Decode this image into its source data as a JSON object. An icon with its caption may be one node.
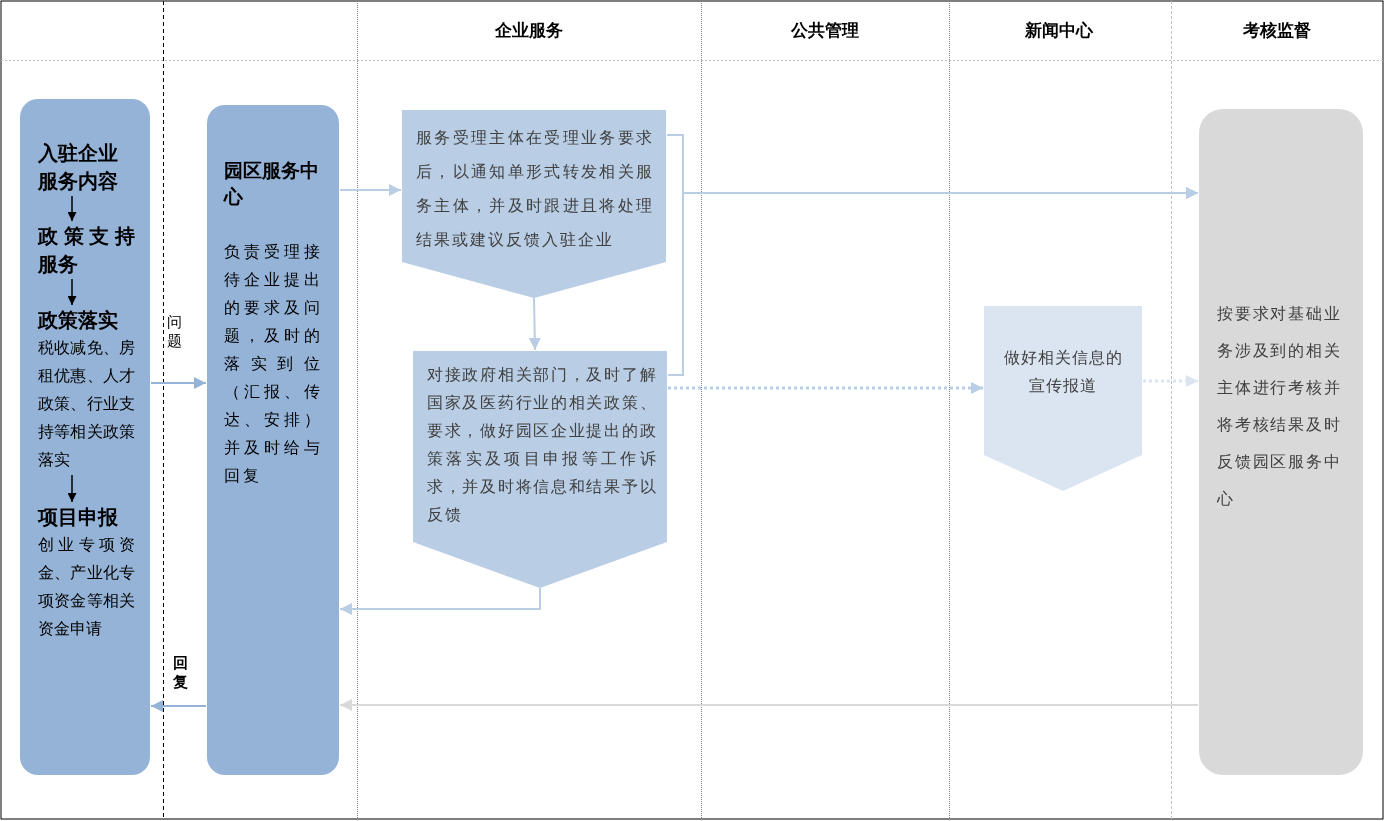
{
  "diagram": {
    "nodes": [
      {
        "text": [],
        "shape": "box"
      },
      {
        "text": [
          "入驻企业服务内容"
        ],
        "in": 0
      },
      {
        "text": [
          "政策支持服务"
        ],
        "in": 0
      },
      {
        "text": [
          "政策落实",
          "税收减免、房租优惠、人才政策、行业支持等相关政策落实"
        ],
        "in": 0
      },
      {
        "text": [
          "项目申报",
          "创业专项资金、产业化专项资金等相关资金申请"
        ],
        "in": 0
      },
      {
        "text": [
          "园区服务中心",
          "负责受理接待企业提出的要求及问题，及时的落实到位（汇报、传达、安排）并及时给与回复"
        ]
      },
      {
        "text": [
          "服务受理主体在受理业务要求后，以通知单形式转发相关服务主体，并及时跟进且将处理结果或建议反馈入驻企业"
        ]
      },
      {
        "text": [
          "对接政府相关部门，及时了解国家及医药行业的相关政策、要求，做好园区企业提出的政策落实及项目申报等工作诉求，并及时将信息和结果予以反馈"
        ]
      },
      {
        "text": [
          "做好相关信息的宣传报道"
        ]
      },
      {
        "text": [
          "按要求对基础业务涉及到的相关主体进行考核并将考核结果及时反馈园区服务中心"
        ]
      }
    ],
    "edges": [
      {
        "from": 0,
        "to": 5,
        "arrow": "to",
        "label": "问题",
        "color": "#95b3d7"
      },
      {
        "from": 1,
        "to": 2,
        "arrow": "to",
        "color": "#000000"
      },
      {
        "from": 2,
        "to": 3,
        "arrow": "to",
        "color": "#000000"
      },
      {
        "from": 3,
        "to": 4,
        "arrow": "to",
        "color": "#000000"
      },
      {
        "from": 5,
        "to": 6,
        "arrow": "to"
      },
      {
        "from": 6,
        "to": 7,
        "arrow": "to"
      },
      {
        "from": 6,
        "to": 9,
        "arrow": "to"
      },
      {
        "from": 7,
        "to": 9,
        "arrow": "to"
      },
      {
        "from": 7,
        "to": 8,
        "arrow": "to",
        "style": "dashed"
      },
      {
        "from": 8,
        "to": 9,
        "arrow": "to",
        "style": "dashed",
        "color": "#dbe5f1"
      },
      {
        "from": 7,
        "to": 5,
        "arrow": "to"
      },
      {
        "from": 9,
        "to": 5,
        "arrow": "to",
        "color": "#d9d9d9"
      },
      {
        "from": 5,
        "to": 0,
        "arrow": "to",
        "label": "回复",
        "color": "#95b3d7"
      }
    ],
    "labels": [
      "企业服务",
      "公共管理",
      "新闻中心",
      "考核监督"
    ]
  }
}
